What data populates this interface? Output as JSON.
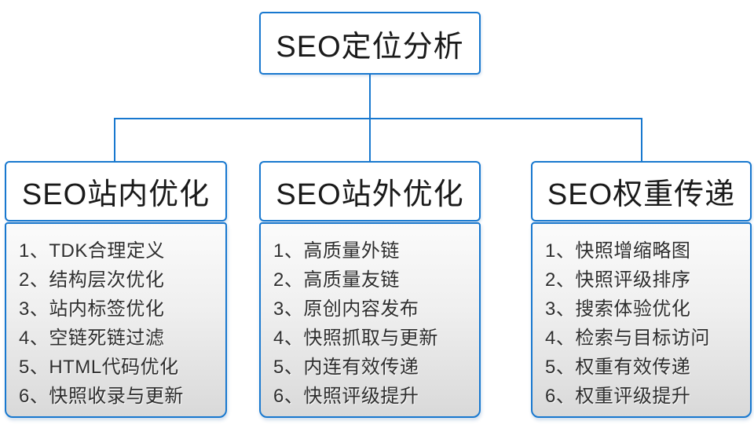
{
  "colors": {
    "accent": "#1878cf",
    "panel_gradient_top": "#fbfbfb",
    "panel_gradient_bottom": "#d9d9d9",
    "text": "#2e2e2e"
  },
  "root": {
    "title": "SEO定位分析"
  },
  "columns": [
    {
      "title": "SEO站内优化",
      "items": [
        "1、TDK合理定义",
        "2、结构层次优化",
        "3、站内标签优化",
        "4、空链死链过滤",
        "5、HTML代码优化",
        "6、快照收录与更新"
      ]
    },
    {
      "title": "SEO站外优化",
      "items": [
        "1、高质量外链",
        "2、高质量友链",
        "3、原创内容发布",
        "4、快照抓取与更新",
        "5、内连有效传递",
        "6、快照评级提升"
      ]
    },
    {
      "title": "SEO权重传递",
      "items": [
        "1、快照增缩略图",
        "2、快照评级排序",
        "3、搜索体验优化",
        "4、检索与目标访问",
        "5、权重有效传递",
        "6、权重评级提升"
      ]
    }
  ]
}
